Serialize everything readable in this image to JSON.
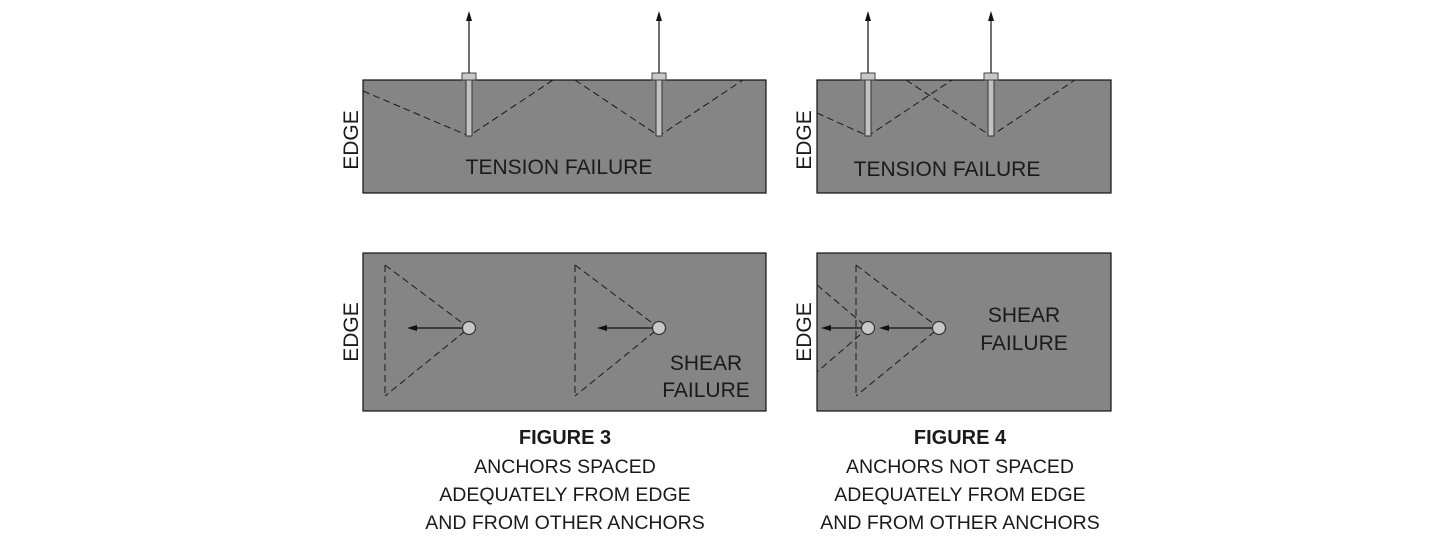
{
  "figure3": {
    "tension_panel": {
      "edge_label": "EDGE",
      "failure_label": "TENSION FAILURE"
    },
    "shear_panel": {
      "edge_label": "EDGE",
      "failure_label_line1": "SHEAR",
      "failure_label_line2": "FAILURE"
    },
    "caption": {
      "title": "FIGURE 3",
      "line1": "ANCHORS SPACED",
      "line2": "ADEQUATELY FROM EDGE",
      "line3": "AND FROM OTHER ANCHORS"
    }
  },
  "figure4": {
    "tension_panel": {
      "edge_label": "EDGE",
      "failure_label": "TENSION FAILURE"
    },
    "shear_panel": {
      "edge_label": "EDGE",
      "failure_label_line1": "SHEAR",
      "failure_label_line2": "FAILURE"
    },
    "caption": {
      "title": "FIGURE 4",
      "line1": "ANCHORS NOT SPACED",
      "line2": "ADEQUATELY FROM EDGE",
      "line3": "AND FROM OTHER ANCHORS"
    }
  },
  "colors": {
    "concrete": "#858585",
    "anchor": "#c8c8c8",
    "line": "#111111"
  }
}
